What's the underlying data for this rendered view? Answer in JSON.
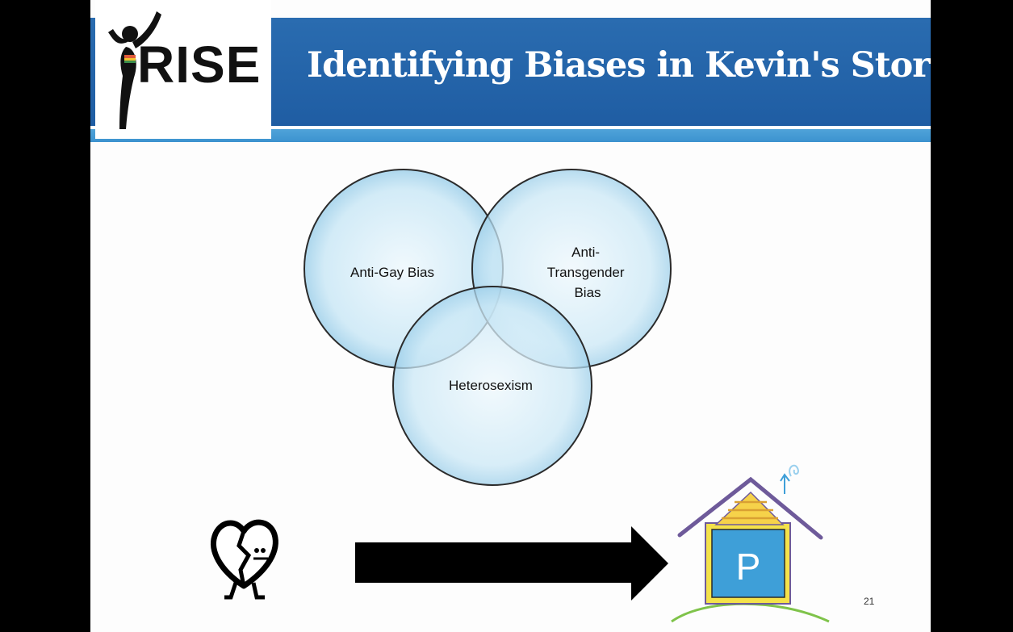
{
  "slide": {
    "title": "Identifying Biases in Kevin's Story",
    "logo_text": "RISE",
    "page_number": "21"
  },
  "venn": {
    "circles": [
      {
        "label_lines": [
          "Anti-Gay Bias"
        ]
      },
      {
        "label_lines": [
          "Anti-",
          "Transgender",
          "Bias"
        ]
      },
      {
        "label_lines": [
          "Heterosexism"
        ]
      }
    ],
    "circle_color": "#bfe2f3",
    "edge_color": "#2b2b2b"
  },
  "icons": {
    "left": "broken-heart-figure-icon",
    "middle": "arrow-right-icon",
    "right": "house-p-icon",
    "house_letter": "P"
  }
}
